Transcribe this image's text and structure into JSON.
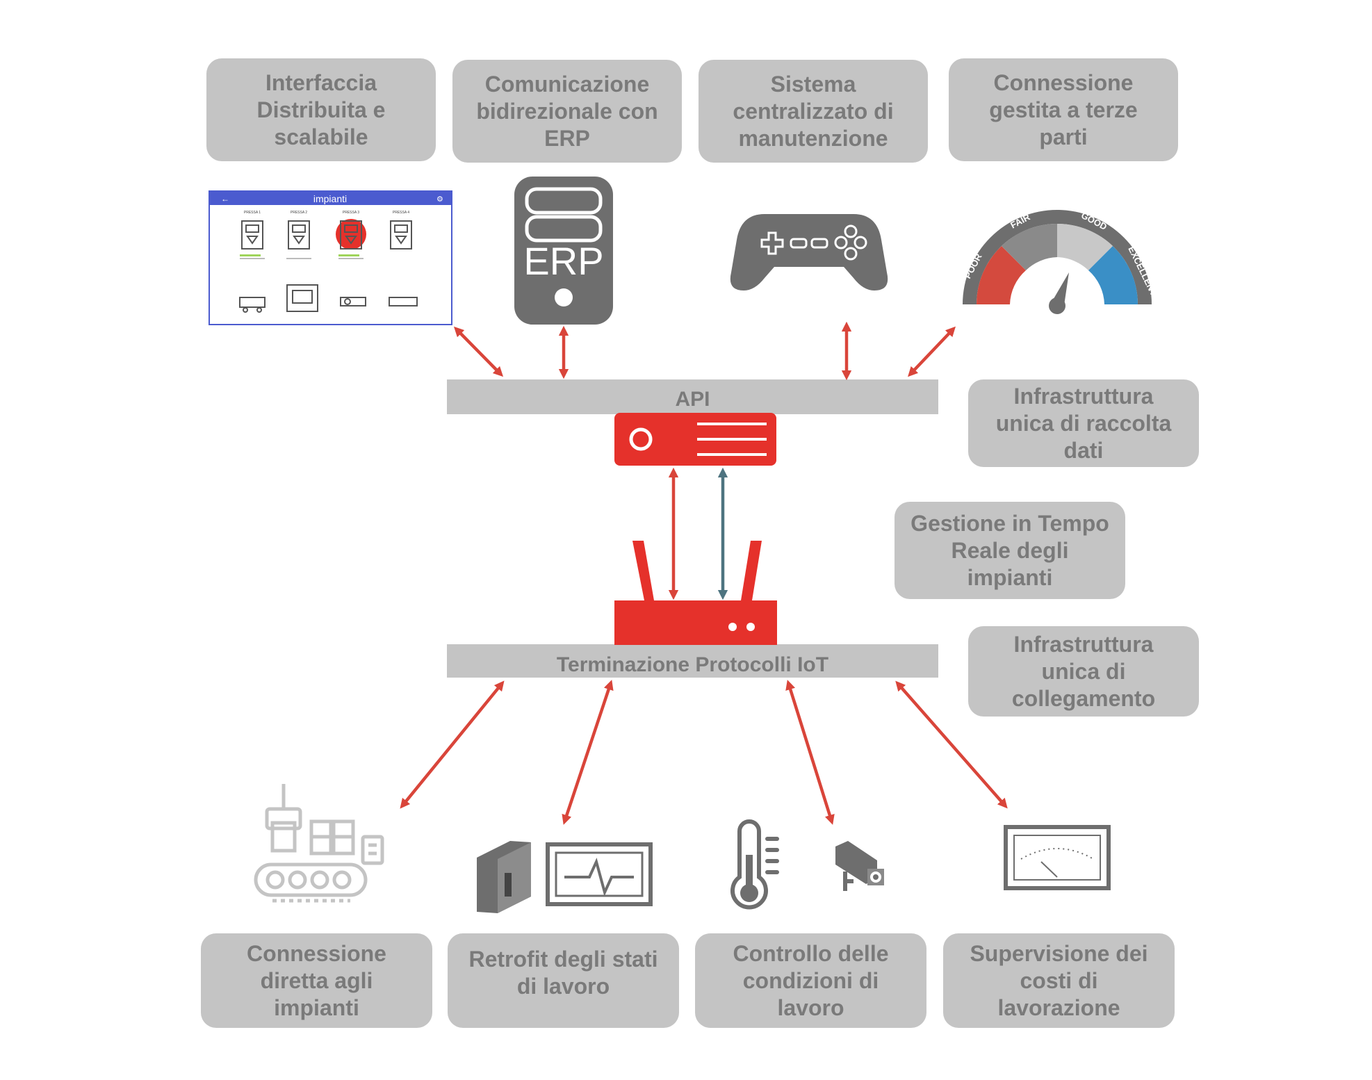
{
  "top_boxes": [
    {
      "lines": [
        "Interfaccia",
        "Distribuita e",
        "scalabile"
      ]
    },
    {
      "lines": [
        "Comunicazione",
        "bidirezionale con",
        "ERP"
      ]
    },
    {
      "lines": [
        "Sistema",
        "centralizzato di",
        "manutenzione"
      ]
    },
    {
      "lines": [
        "Connessione",
        "gestita a terze",
        "parti"
      ]
    }
  ],
  "side_boxes": [
    {
      "lines": [
        "Infrastruttura",
        "unica di raccolta",
        "dati"
      ]
    },
    {
      "lines": [
        "Gestione in Tempo",
        "Reale degli",
        "impianti"
      ]
    },
    {
      "lines": [
        "Infrastruttura",
        "unica di",
        "collegamento"
      ]
    }
  ],
  "bottom_boxes": [
    {
      "lines": [
        "Connessione",
        "diretta agli",
        "impianti"
      ]
    },
    {
      "lines": [
        "Retrofit degli stati",
        "di lavoro"
      ]
    },
    {
      "lines": [
        "Controllo delle",
        "condizioni di",
        "lavoro"
      ]
    },
    {
      "lines": [
        "Supervisione dei",
        "costi di",
        "lavorazione"
      ]
    }
  ],
  "api_bar": {
    "label": "API"
  },
  "iot_bar": {
    "label": "Terminazione Protocolli IoT"
  },
  "screenshot": {
    "title": "impianti",
    "back_glyph": "←",
    "settings_glyph": "⚙",
    "machines": [
      "PRESSA 1",
      "PRESSA 2",
      "PRESSA 3",
      "PRESSA 4"
    ]
  },
  "erp_icon": {
    "label": "ERP"
  },
  "gauge": {
    "labels": [
      "POOR",
      "FAIR",
      "GOOD",
      "EXCELLENT"
    ]
  },
  "colors": {
    "accent_red": "#e5312b",
    "arrow_red": "#d9453a",
    "arrow_blue": "#4e7480",
    "box_grey": "#c4c4c4",
    "text_grey": "#7a7a7a",
    "icon_grey": "#6e6e6e",
    "gauge_blue": "#3a8fc6"
  },
  "icons": [
    "monitor-screenshot",
    "erp-server-icon",
    "gamepad-icon",
    "gauge-icon",
    "server-icon",
    "router-icon",
    "conveyor-machine-icon",
    "plc-icon",
    "heartbeat-monitor-icon",
    "thermometer-icon",
    "camera-icon",
    "analog-meter-icon"
  ]
}
